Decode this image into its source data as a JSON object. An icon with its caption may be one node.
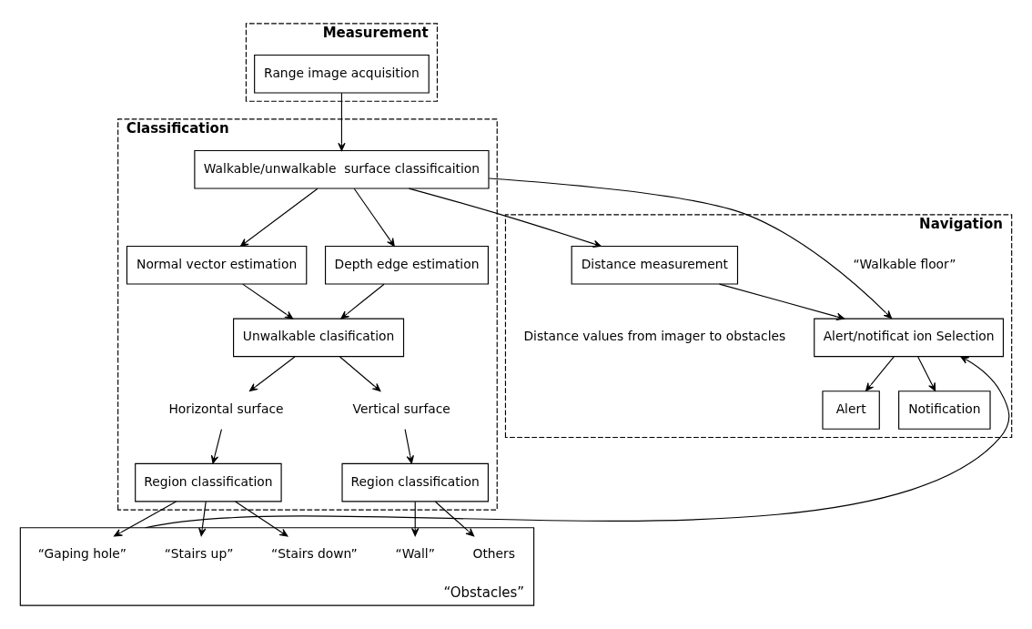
{
  "diagram": {
    "nodes": [
      {
        "text": [
          "Measurement"
        ]
      },
      {
        "text": [
          "Range image acquisition"
        ],
        "in": 0
      },
      {
        "text": [
          "Classification"
        ]
      },
      {
        "text": [
          "Walkable/unwalkable  surface classificaition"
        ],
        "in": 2
      },
      {
        "text": [
          "Normal vector estimation"
        ],
        "in": 2
      },
      {
        "text": [
          "Depth edge estimation"
        ],
        "in": 2
      },
      {
        "text": [
          "Unwalkable clasification"
        ],
        "in": 2
      },
      {
        "text": [
          "Horizontal surface"
        ],
        "in": 2
      },
      {
        "text": [
          "Region classification"
        ],
        "in": 2
      },
      {
        "text": [
          "Vertical surface"
        ],
        "in": 2
      },
      {
        "text": [
          "Region classification"
        ],
        "in": 2
      },
      {
        "text": [
          "Navigation"
        ]
      },
      {
        "text": [
          "Distance measurement"
        ],
        "in": 11
      },
      {
        "text": [
          "Alert/notificat ion Selection"
        ],
        "in": 11
      },
      {
        "text": [
          "Alert"
        ],
        "in": 11
      },
      {
        "text": [
          "Notification"
        ],
        "in": 11
      },
      {
        "text": [],
        "shape": "box",
        "beside": [
          "“Obstacles”"
        ]
      },
      {
        "text": [
          "“Gaping hole”"
        ],
        "in": 16
      },
      {
        "text": [
          "“Stairs up”"
        ],
        "in": 16
      },
      {
        "text": [
          "“Stairs down”"
        ],
        "in": 16
      },
      {
        "text": [
          "“Wall”"
        ],
        "in": 16
      },
      {
        "text": [
          "Others"
        ],
        "in": 16
      }
    ],
    "edges": [
      {
        "from": 1,
        "to": 3,
        "arrow": "to"
      },
      {
        "from": 3,
        "to": 4,
        "arrow": "to"
      },
      {
        "from": 3,
        "to": 5,
        "arrow": "to"
      },
      {
        "from": 4,
        "to": 6,
        "arrow": "to"
      },
      {
        "from": 5,
        "to": 6,
        "arrow": "to"
      },
      {
        "from": 6,
        "to": 7,
        "arrow": "to"
      },
      {
        "from": 6,
        "to": 9,
        "arrow": "to"
      },
      {
        "from": 7,
        "to": 8,
        "arrow": "to"
      },
      {
        "from": 9,
        "to": 10,
        "arrow": "to"
      },
      {
        "from": 8,
        "to": 17,
        "arrow": "to"
      },
      {
        "from": 8,
        "to": 18,
        "arrow": "to"
      },
      {
        "from": 8,
        "to": 19,
        "arrow": "to"
      },
      {
        "from": 10,
        "to": 20,
        "arrow": "to"
      },
      {
        "from": 10,
        "to": 21,
        "arrow": "to"
      },
      {
        "from": 3,
        "to": 12,
        "arrow": "to"
      },
      {
        "from": 3,
        "to": 13,
        "arrow": "to",
        "label": "“Walkable floor”"
      },
      {
        "from": 12,
        "to": 13,
        "arrow": "to"
      },
      {
        "from": 13,
        "to": 14,
        "arrow": "to"
      },
      {
        "from": 13,
        "to": 15,
        "arrow": "to"
      },
      {
        "from": 16,
        "to": 13,
        "arrow": "to"
      }
    ],
    "labels": [
      "Distance values from imager to obstacles"
    ]
  }
}
